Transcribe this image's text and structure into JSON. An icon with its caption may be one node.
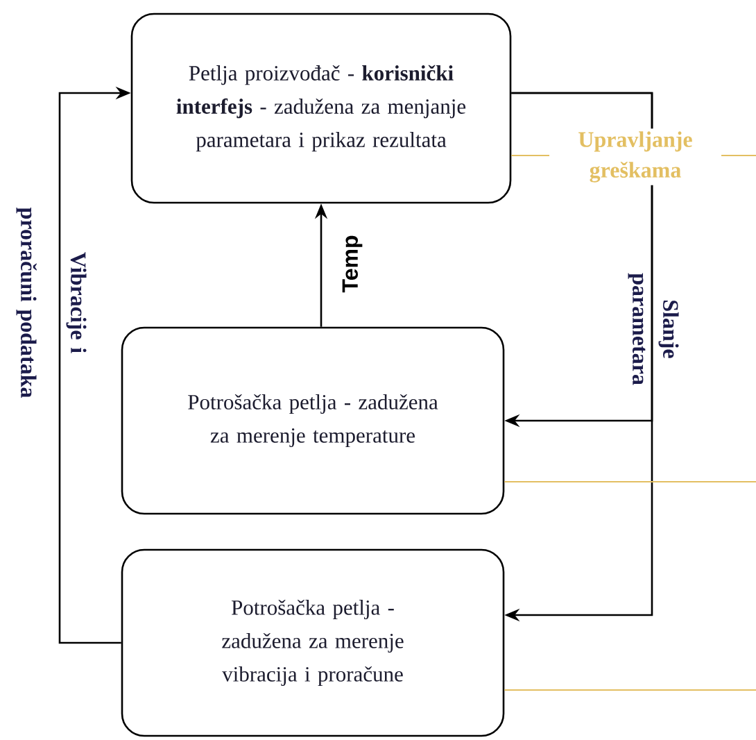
{
  "diagram": {
    "nodes": [
      {
        "text": [
          "Petlja proizvođač - **korisnički interfejs** - zadužena za menjanje parametara i prikaz rezultata"
        ]
      },
      {
        "text": [
          "Potrošačka petlja - zadužena za merenje temperature"
        ]
      },
      {
        "text": [
          "Potrošačka petlja - zadužena za merenje vibracija i proračune"
        ]
      }
    ],
    "edges": [
      {
        "from": 1,
        "to": 0,
        "arrow": "to",
        "label": "Temp"
      },
      {
        "from": 0,
        "to": 1,
        "arrow": "to",
        "label": "Slanje parametara"
      },
      {
        "from": 0,
        "to": 2,
        "arrow": "to"
      },
      {
        "from": 2,
        "to": 0,
        "arrow": "to",
        "label": "Vibracije i proračuni podataka"
      },
      {
        "from": 0,
        "to": null,
        "arrow": "none",
        "color": "#e3bf62",
        "label": "Upravljanje greškama"
      },
      {
        "from": 1,
        "to": null,
        "arrow": "none",
        "color": "#e3bf62"
      },
      {
        "from": 2,
        "to": null,
        "arrow": "none",
        "color": "#e3bf62"
      }
    ]
  }
}
